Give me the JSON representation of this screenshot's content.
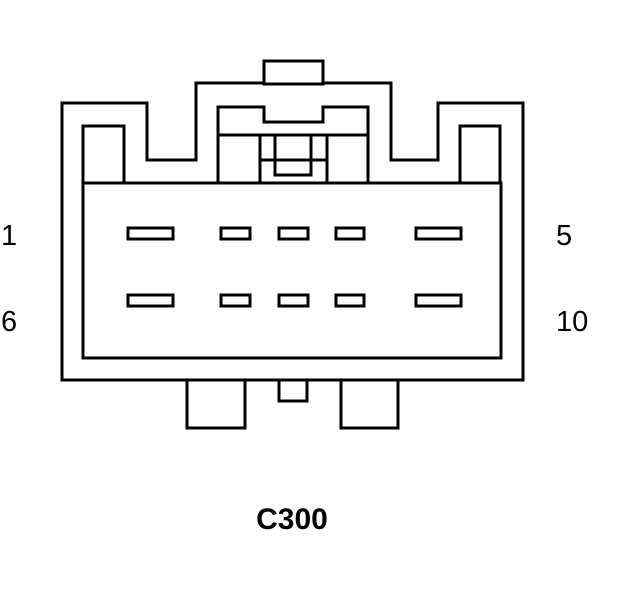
{
  "connector": {
    "id": "C300",
    "pin_labels": {
      "top_left": "1",
      "top_right": "5",
      "bottom_left": "6",
      "bottom_right": "10"
    },
    "rows": [
      {
        "pins": 5
      },
      {
        "pins": 5
      }
    ]
  },
  "colors": {
    "line": "#000000",
    "background": "#ffffff"
  }
}
